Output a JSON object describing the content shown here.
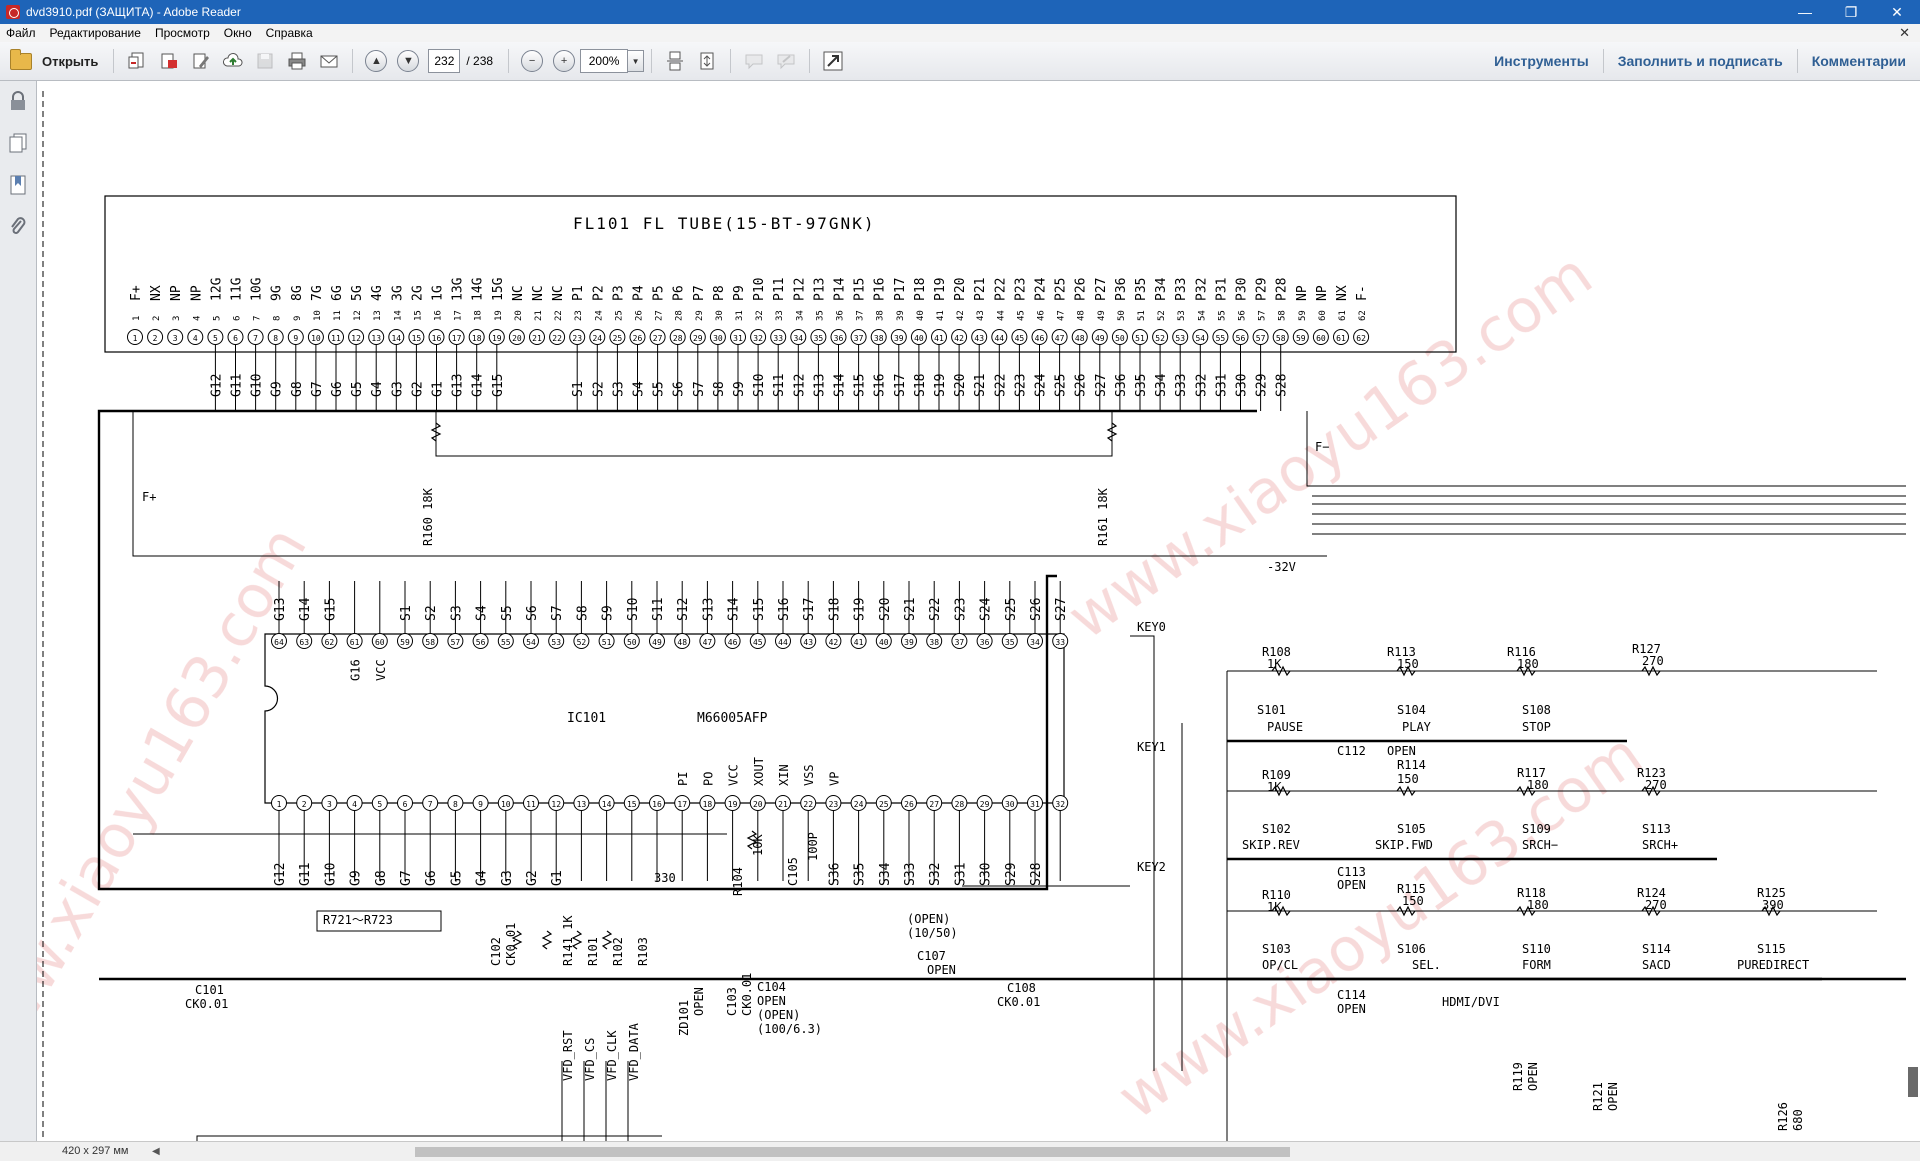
{
  "window": {
    "title": "dvd3910.pdf (ЗАЩИТА) - Adobe Reader",
    "minimize": "—",
    "restore": "❐",
    "close": "✕"
  },
  "menu": {
    "items": [
      "Файл",
      "Редактирование",
      "Просмотр",
      "Окно",
      "Справка"
    ],
    "close_doc": "✕"
  },
  "toolbar": {
    "open_label": "Открыть",
    "current_page": "232",
    "total_pages": "/ 238",
    "zoom": "200%",
    "tools_label": "Инструменты",
    "fill_sign_label": "Заполнить и подписать",
    "comments_label": "Комментарии"
  },
  "status": {
    "page_size": "420 x 297 мм"
  },
  "schematic": {
    "tube_title": "FL101   FL TUBE(15-BT-97GNK)",
    "tube_pin_names": [
      "F+",
      "NX",
      "NP",
      "NP",
      "12G",
      "11G",
      "10G",
      "9G",
      "8G",
      "7G",
      "6G",
      "5G",
      "4G",
      "3G",
      "2G",
      "1G",
      "13G",
      "14G",
      "15G",
      "NC",
      "NC",
      "NC",
      "P1",
      "P2",
      "P3",
      "P4",
      "P5",
      "P6",
      "P7",
      "P8",
      "P9",
      "P10",
      "P11",
      "P12",
      "P13",
      "P14",
      "P15",
      "P16",
      "P17",
      "P18",
      "P19",
      "P20",
      "P21",
      "P22",
      "P23",
      "P24",
      "P25",
      "P26",
      "P27",
      "P36",
      "P35",
      "P34",
      "P33",
      "P32",
      "P31",
      "P30",
      "P29",
      "P28",
      "NP",
      "NP",
      "NX",
      "F-"
    ],
    "tube_lower_labels": [
      "G12",
      "G11",
      "G10",
      "G9",
      "G8",
      "G7",
      "G6",
      "G5",
      "G4",
      "G3",
      "G2",
      "G1",
      "G13",
      "G14",
      "G15",
      "",
      "",
      "",
      "S1",
      "S2",
      "S3",
      "S4",
      "S5",
      "S6",
      "S7",
      "S8",
      "S9",
      "S10",
      "S11",
      "S12",
      "S13",
      "S14",
      "S15",
      "S16",
      "S17",
      "S18",
      "S19",
      "S20",
      "S21",
      "S22",
      "S23",
      "S24",
      "S25",
      "S26",
      "S27",
      "S36",
      "S35",
      "S34",
      "S33",
      "S32",
      "S31",
      "S30",
      "S29",
      "S28"
    ],
    "ic_name": "IC101",
    "ic_part": "M66005AFP",
    "ic_top_labels": [
      "G13",
      "G14",
      "G15",
      "",
      "",
      "S1",
      "S2",
      "S3",
      "S4",
      "S5",
      "S6",
      "S7",
      "S8",
      "S9",
      "S10",
      "S11",
      "S12",
      "S13",
      "S14",
      "S15",
      "S16",
      "S17",
      "S18",
      "S19",
      "S20",
      "S21",
      "S22",
      "S23",
      "S24",
      "S25",
      "S26",
      "S27"
    ],
    "ic_top_pins": [
      "64",
      "63",
      "62",
      "61",
      "60",
      "59",
      "58",
      "57",
      "56",
      "55",
      "54",
      "53",
      "52",
      "51",
      "50",
      "49",
      "48",
      "47",
      "46",
      "45",
      "44",
      "43",
      "42",
      "41",
      "40",
      "39",
      "38",
      "37",
      "36",
      "35",
      "34",
      "33"
    ],
    "ic_bottom_pins": [
      "1",
      "2",
      "3",
      "4",
      "5",
      "6",
      "7",
      "8",
      "9",
      "10",
      "11",
      "12",
      "13",
      "14",
      "15",
      "16",
      "17",
      "18",
      "19",
      "20",
      "21",
      "22",
      "23",
      "24",
      "25",
      "26",
      "27",
      "28",
      "29",
      "30",
      "31",
      "32"
    ],
    "ic_bottom_labels": [
      "G12",
      "G11",
      "G10",
      "G9",
      "G8",
      "G7",
      "G6",
      "G5",
      "G4",
      "G3",
      "G2",
      "G1",
      "",
      "",
      "",
      "",
      "",
      "",
      "",
      "",
      "",
      "",
      "S36",
      "S35",
      "S34",
      "S33",
      "S32",
      "S31",
      "S30",
      "S29",
      "S28"
    ],
    "ic_inner_top": [
      "G16",
      "VCC"
    ],
    "ic_inner_bottom": [
      "PI",
      "PO",
      "VCC",
      "XOUT",
      "XIN",
      "VSS",
      "VP"
    ],
    "labels": {
      "r160": "R160 18K",
      "r161": "R161 18K",
      "fplus": "F+",
      "fminus": "F−",
      "neg32v": "-32V",
      "key0": "KEY0",
      "key1": "KEY1",
      "key2": "KEY2",
      "r104": "R104",
      "r104v": "10K",
      "c105": "C105",
      "c105v": "100P",
      "r721": "R721〜R723",
      "r330": "330",
      "c101": "C101",
      "c101v": "CK0.01",
      "c102": "C102",
      "c102v": "CK0.01",
      "r141": "R141 1K",
      "r101": "R101",
      "r102": "R102",
      "r103": "R103",
      "zd101": "ZD101",
      "zd101v": "OPEN",
      "c103": "C103",
      "c103v": "CK0.01",
      "c104": "C104",
      "c104v": "OPEN",
      "c104n": "(OPEN)",
      "c104n2": "(100/6.3)",
      "c107n": "(OPEN)",
      "c107n2": "(10/50)",
      "c107": "C107",
      "c107v": "OPEN",
      "c108": "C108",
      "c108v": "CK0.01",
      "vfd_rst": "VFD_RST",
      "vfd_cs": "VFD_CS",
      "vfd_clk": "VFD_CLK",
      "vfd_data": "VFD_DATA",
      "r108": "R108",
      "r108v": "1K",
      "r113": "R113",
      "r113v": "150",
      "r116": "R116",
      "r116v": "180",
      "r127": "R127",
      "r127v": "270",
      "s101": "S101",
      "s101n": "PAUSE",
      "s104": "S104",
      "s104n": "PLAY",
      "s108": "S108",
      "s108n": "STOP",
      "c112": "C112",
      "c112v": "OPEN",
      "r109": "R109",
      "r109v": "1K",
      "r114": "R114",
      "r114v": "150",
      "r117": "R117",
      "r117v": "180",
      "r123": "R123",
      "r123v": "270",
      "s102": "S102",
      "s102n": "SKIP.REV",
      "s105": "S105",
      "s105n": "SKIP.FWD",
      "s109": "S109",
      "s109n": "SRCH−",
      "s113": "S113",
      "s113n": "SRCH+",
      "c113": "C113",
      "c113v": "OPEN",
      "r110": "R110",
      "r110v": "1K",
      "r115": "R115",
      "r115v": "150",
      "r118": "R118",
      "r118v": "180",
      "r124": "R124",
      "r124v": "270",
      "r125": "R125",
      "r125v": "390",
      "s103": "S103",
      "s103n": "OP/CL",
      "s106": "S106",
      "s106n": "SEL.",
      "s110": "S110",
      "s110n": "FORM",
      "s114": "S114",
      "s114n": "SACD",
      "s115": "S115",
      "s115n": "PUREDIRECT",
      "hdmi": "HDMI/DVI",
      "c114": "C114",
      "c114v": "OPEN",
      "r119": "R119",
      "r119v": "OPEN",
      "r121": "R121",
      "r121v": "OPEN",
      "r126": "R126",
      "r126v": "680"
    }
  }
}
